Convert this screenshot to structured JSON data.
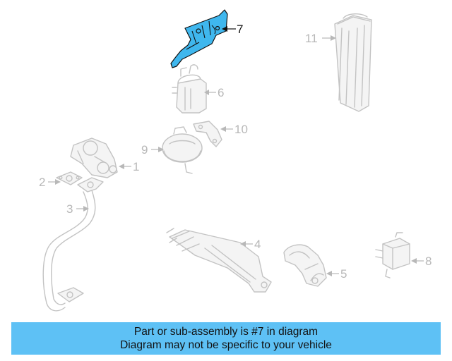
{
  "callouts": {
    "c1": "1",
    "c2": "2",
    "c3": "3",
    "c4": "4",
    "c5": "5",
    "c6": "6",
    "c7": "7",
    "c8": "8",
    "c9": "9",
    "c10": "10",
    "c11": "11"
  },
  "highlighted_part": "7",
  "colors": {
    "highlight": "#3fb7ee",
    "banner": "#5ec1f5",
    "part_outline": "#c3c3c3"
  },
  "banner": {
    "line1": "Part or sub-assembly is #7 in diagram",
    "line2": "Diagram may not be specific to your vehicle"
  }
}
